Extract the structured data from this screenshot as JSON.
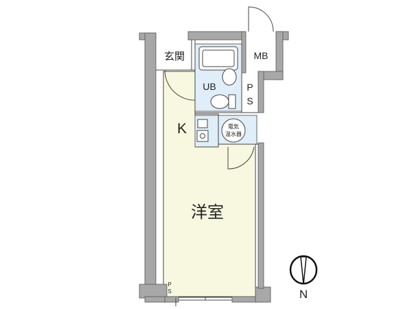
{
  "rooms": {
    "genkan": "玄関",
    "mb": "MB",
    "ub": "UB",
    "ps_upper": [
      "P",
      "S"
    ],
    "kitchen": "K",
    "water_heater": [
      "電気",
      "温水器"
    ],
    "western_room": "洋室",
    "ps_lower": [
      "P",
      "S"
    ]
  },
  "compass": {
    "label": "N"
  },
  "colors": {
    "wall": "#a8a8a8",
    "wall_stroke": "#555555",
    "floor": "#f7f8df",
    "bath": "#dfeef8",
    "fixture": "#ffffff",
    "line": "#444444"
  }
}
